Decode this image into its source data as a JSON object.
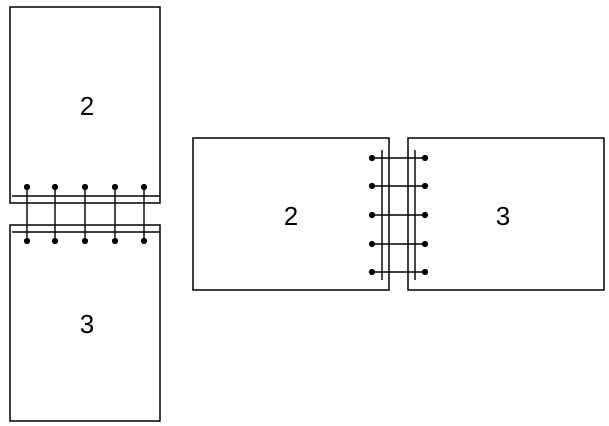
{
  "pages": {
    "top": "2",
    "bottom": "3",
    "left": "2",
    "right": "3"
  }
}
